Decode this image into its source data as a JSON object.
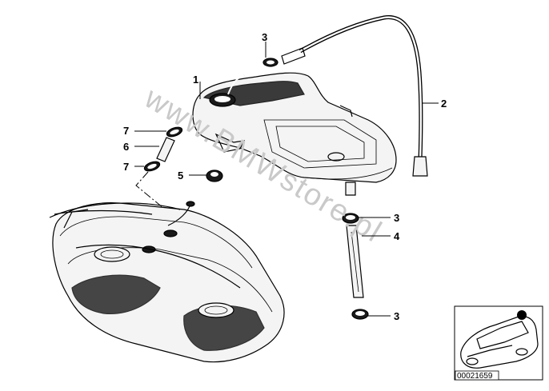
{
  "watermark": "www.BMWstore.pl",
  "callouts": {
    "c1": "1",
    "c2": "2",
    "c3a": "3",
    "c3b": "3",
    "c3c": "3",
    "c4": "4",
    "c5": "5",
    "c6": "6",
    "c7a": "7",
    "c7b": "7"
  },
  "thumbnail": {
    "code": "00021659"
  },
  "icons": [
    "expansion-tank",
    "fuel-tank",
    "vent-hose",
    "hose-clamp",
    "rubber-grommet",
    "car-locator"
  ]
}
